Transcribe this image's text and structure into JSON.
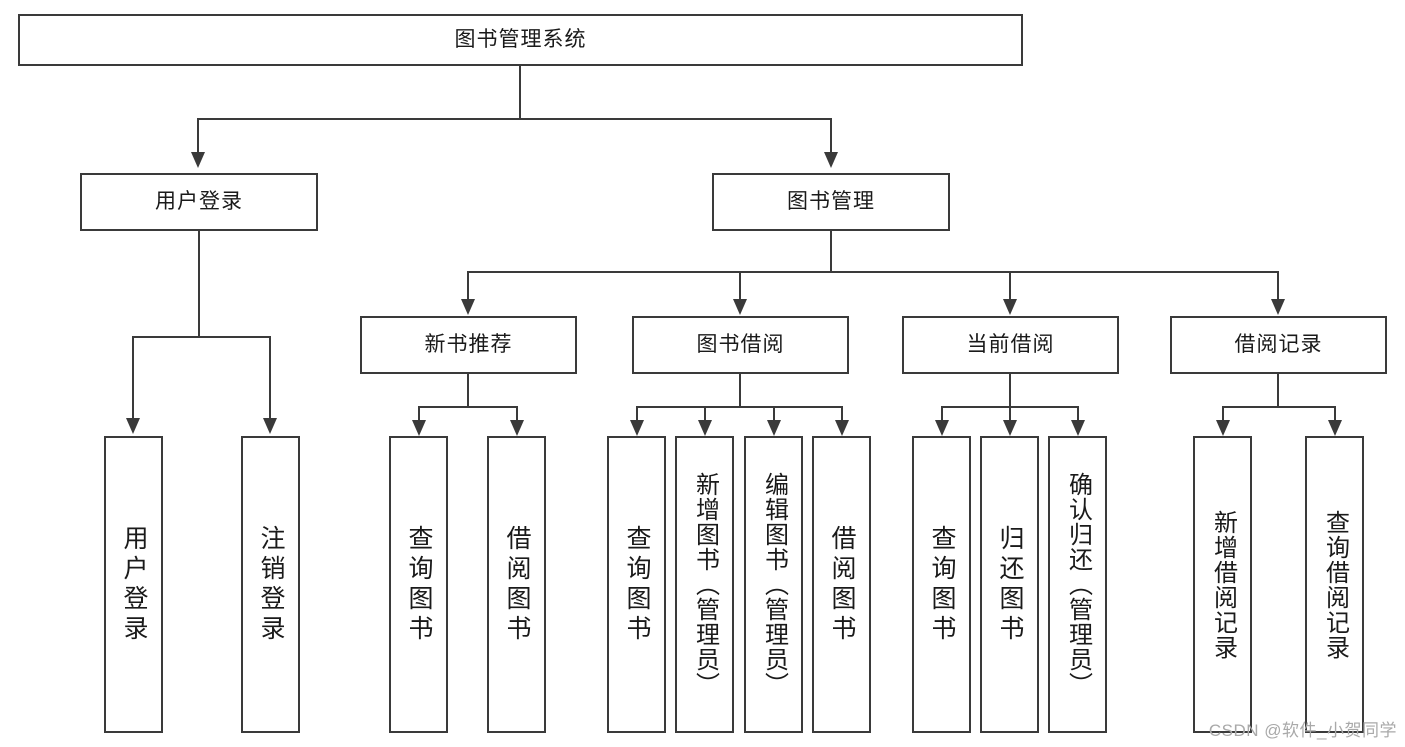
{
  "diagram": {
    "title": "图书管理系统",
    "root": {
      "label": "图书管理系统"
    },
    "level1": [
      {
        "label": "用户登录"
      },
      {
        "label": "图书管理"
      }
    ],
    "level2": [
      {
        "label": "新书推荐"
      },
      {
        "label": "图书借阅"
      },
      {
        "label": "当前借阅"
      },
      {
        "label": "借阅记录"
      }
    ],
    "leaves": {
      "user_login": [
        {
          "label": "用户登录"
        },
        {
          "label": "注销登录"
        }
      ],
      "new_book": [
        {
          "label": "查询图书"
        },
        {
          "label": "借阅图书"
        }
      ],
      "borrow_book": [
        {
          "label": "查询图书"
        },
        {
          "label": "新增图书（管理员）"
        },
        {
          "label": "编辑图书（管理员）"
        },
        {
          "label": "借阅图书"
        }
      ],
      "current_borrow": [
        {
          "label": "查询图书"
        },
        {
          "label": "归还图书"
        },
        {
          "label": "确认归还（管理员）"
        }
      ],
      "borrow_record": [
        {
          "label": "新增借阅记录"
        },
        {
          "label": "查询借阅记录"
        }
      ]
    }
  },
  "watermark": "CSDN @软件_小贺同学",
  "colors": {
    "border": "#3a3a3a",
    "text": "#1a1a1a",
    "background": "#ffffff",
    "watermark": "#a9a9a9"
  }
}
